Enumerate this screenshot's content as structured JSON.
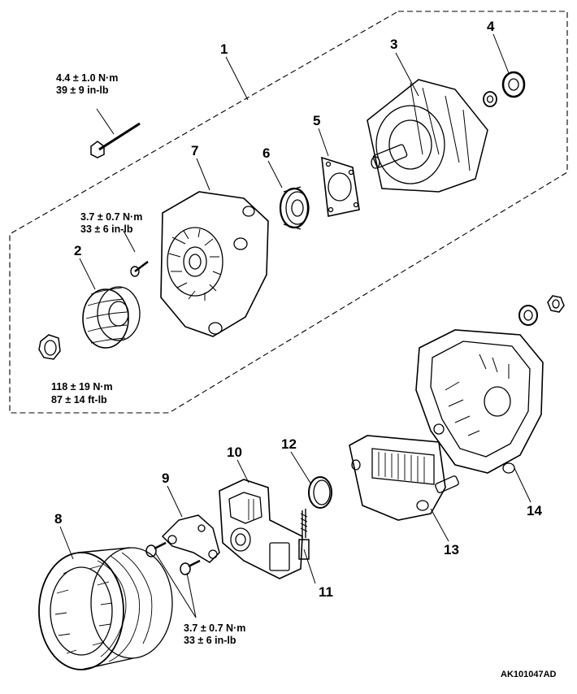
{
  "callouts": [
    "1",
    "2",
    "3",
    "4",
    "5",
    "6",
    "7",
    "8",
    "9",
    "10",
    "11",
    "12",
    "13",
    "14"
  ],
  "torque": {
    "t1": {
      "nm": "4.4 ± 1.0 N·m",
      "imp": "39 ± 9 in-lb"
    },
    "t2": {
      "nm": "3.7 ± 0.7 N·m",
      "imp": "33 ± 6 in-lb"
    },
    "t3": {
      "nm": "118 ± 19 N·m",
      "imp": "87 ± 14 ft-lb"
    },
    "t4": {
      "nm": "3.7 ± 0.7 N·m",
      "imp": "33 ± 6 in-lb"
    }
  },
  "figure_id": "AK101047AD"
}
